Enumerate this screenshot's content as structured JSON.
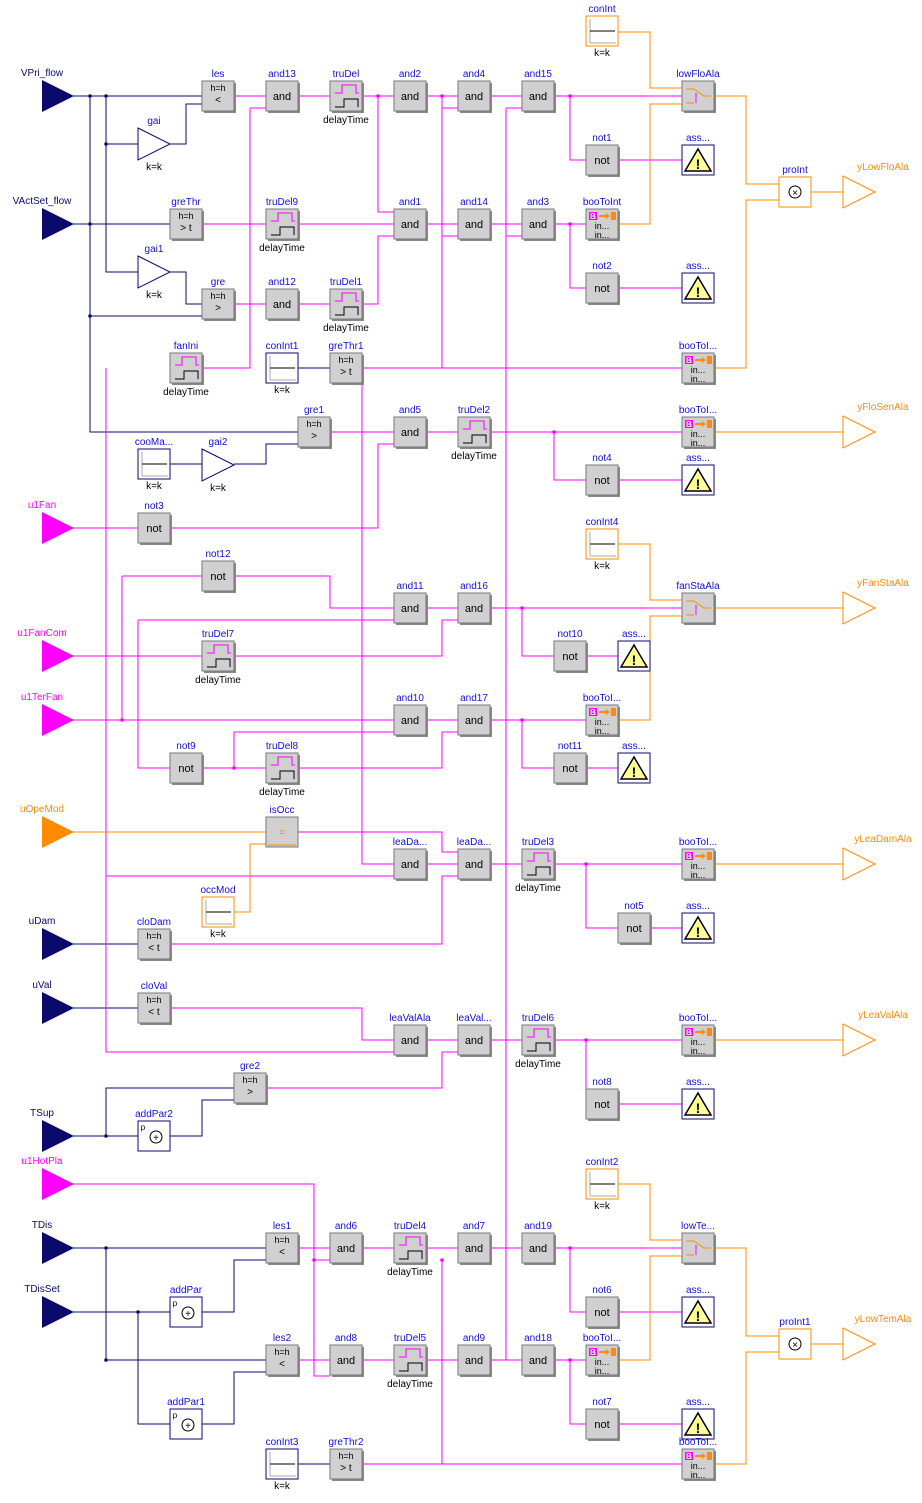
{
  "colors": {
    "navy": "#0b0b6b",
    "magenta": "#ff00ff",
    "orange": "#ff8c00",
    "block_fill": "#d0d0d0",
    "label_blue": "#1111cc",
    "warn_fill": "#ffff99"
  },
  "inputs": [
    {
      "id": "VPri_flow",
      "label": "VPri_flow",
      "kind": "real"
    },
    {
      "id": "VActSet_flow",
      "label": "VActSet_flow",
      "kind": "real"
    },
    {
      "id": "u1Fan",
      "label": "u1Fan",
      "kind": "bool"
    },
    {
      "id": "u1FanCom",
      "label": "u1FanCom",
      "kind": "bool"
    },
    {
      "id": "u1TerFan",
      "label": "u1TerFan",
      "kind": "bool"
    },
    {
      "id": "uOpeMod",
      "label": "uOpeMod",
      "kind": "int"
    },
    {
      "id": "uDam",
      "label": "uDam",
      "kind": "real"
    },
    {
      "id": "uVal",
      "label": "uVal",
      "kind": "real"
    },
    {
      "id": "TSup",
      "label": "TSup",
      "kind": "real"
    },
    {
      "id": "u1HotPla",
      "label": "u1HotPla",
      "kind": "bool"
    },
    {
      "id": "TDis",
      "label": "TDis",
      "kind": "real"
    },
    {
      "id": "TDisSet",
      "label": "TDisSet",
      "kind": "real"
    }
  ],
  "outputs": [
    {
      "id": "yLowFloAla",
      "label": "yLowFloAla"
    },
    {
      "id": "yFloSenAla",
      "label": "yFloSenAla"
    },
    {
      "id": "yFanStaAla",
      "label": "yFanStaAla"
    },
    {
      "id": "yLeaDamAla",
      "label": "yLeaDamAla"
    },
    {
      "id": "yLeaValAla",
      "label": "yLeaValAla"
    },
    {
      "id": "yLowTemAla",
      "label": "yLowTemAla"
    }
  ],
  "blocks": [
    {
      "id": "les",
      "name": "les",
      "type": "cmp",
      "text": "<",
      "param": "h=h"
    },
    {
      "id": "and13",
      "name": "and13",
      "type": "and",
      "text": "and"
    },
    {
      "id": "truDel",
      "name": "truDel",
      "type": "truDel",
      "sub": "delayTime"
    },
    {
      "id": "and2",
      "name": "and2",
      "type": "and",
      "text": "and"
    },
    {
      "id": "and4",
      "name": "and4",
      "type": "and",
      "text": "and"
    },
    {
      "id": "and15",
      "name": "and15",
      "type": "and",
      "text": "and"
    },
    {
      "id": "lowFloAla",
      "name": "lowFloAla",
      "type": "switch"
    },
    {
      "id": "conInt",
      "name": "conInt",
      "type": "conInt",
      "sub": "k=k"
    },
    {
      "id": "not1",
      "name": "not1",
      "type": "not",
      "text": "not"
    },
    {
      "id": "ass1",
      "name": "ass...",
      "type": "assert"
    },
    {
      "id": "gai",
      "name": "gai",
      "type": "gain",
      "sub": "k=k"
    },
    {
      "id": "proInt",
      "name": "proInt",
      "type": "prod"
    },
    {
      "id": "greThr",
      "name": "greThr",
      "type": "cmp",
      "text": "> t",
      "param": "h=h"
    },
    {
      "id": "truDel9",
      "name": "truDel9",
      "type": "truDel",
      "sub": "delayTime"
    },
    {
      "id": "and1",
      "name": "and1",
      "type": "and",
      "text": "and"
    },
    {
      "id": "and14",
      "name": "and14",
      "type": "and",
      "text": "and"
    },
    {
      "id": "and3",
      "name": "and3",
      "type": "and",
      "text": "and"
    },
    {
      "id": "booToInt",
      "name": "booToInt",
      "type": "booToInt",
      "text": "in..."
    },
    {
      "id": "not2",
      "name": "not2",
      "type": "not",
      "text": "not"
    },
    {
      "id": "ass2",
      "name": "ass...",
      "type": "assert"
    },
    {
      "id": "gai1",
      "name": "gai1",
      "type": "gain",
      "sub": "k=k"
    },
    {
      "id": "gre",
      "name": "gre",
      "type": "cmp",
      "text": ">",
      "param": "h=h"
    },
    {
      "id": "and12",
      "name": "and12",
      "type": "and",
      "text": "and"
    },
    {
      "id": "truDel1",
      "name": "truDel1",
      "type": "truDel",
      "sub": "delayTime"
    },
    {
      "id": "fanIni",
      "name": "fanIni",
      "type": "truDel",
      "sub": "delayTime"
    },
    {
      "id": "conInt1",
      "name": "conInt1",
      "type": "conIntNavy",
      "sub": "k=k"
    },
    {
      "id": "greThr1",
      "name": "greThr1",
      "type": "cmp",
      "text": "> t",
      "param": "h=h"
    },
    {
      "id": "booToI1",
      "name": "booToI...",
      "type": "booToInt",
      "text": "in..."
    },
    {
      "id": "gre1",
      "name": "gre1",
      "type": "cmp",
      "text": ">",
      "param": "h=h"
    },
    {
      "id": "and5",
      "name": "and5",
      "type": "and",
      "text": "and"
    },
    {
      "id": "truDel2",
      "name": "truDel2",
      "type": "truDel",
      "sub": "delayTime"
    },
    {
      "id": "booToI2",
      "name": "booToI...",
      "type": "booToInt",
      "text": "in..."
    },
    {
      "id": "cooMa",
      "name": "cooMa...",
      "type": "conIntNavy",
      "sub": "k=k"
    },
    {
      "id": "gai2",
      "name": "gai2",
      "type": "gain",
      "sub": "k=k"
    },
    {
      "id": "not4",
      "name": "not4",
      "type": "not",
      "text": "not"
    },
    {
      "id": "ass4",
      "name": "ass...",
      "type": "assert"
    },
    {
      "id": "not3",
      "name": "not3",
      "type": "not",
      "text": "not"
    },
    {
      "id": "conInt4",
      "name": "conInt4",
      "type": "conInt",
      "sub": "k=k"
    },
    {
      "id": "not12",
      "name": "not12",
      "type": "not",
      "text": "not"
    },
    {
      "id": "and11",
      "name": "and11",
      "type": "and",
      "text": "and"
    },
    {
      "id": "and16",
      "name": "and16",
      "type": "and",
      "text": "and"
    },
    {
      "id": "fanStaAla",
      "name": "fanStaAla",
      "type": "switch"
    },
    {
      "id": "truDel7",
      "name": "truDel7",
      "type": "truDel",
      "sub": "delayTime"
    },
    {
      "id": "not10",
      "name": "not10",
      "type": "not",
      "text": "not"
    },
    {
      "id": "ass10",
      "name": "ass...",
      "type": "assert"
    },
    {
      "id": "and10",
      "name": "and10",
      "type": "and",
      "text": "and"
    },
    {
      "id": "and17",
      "name": "and17",
      "type": "and",
      "text": "and"
    },
    {
      "id": "booToI3",
      "name": "booToI...",
      "type": "booToInt",
      "text": "in..."
    },
    {
      "id": "not9",
      "name": "not9",
      "type": "not",
      "text": "not"
    },
    {
      "id": "truDel8",
      "name": "truDel8",
      "type": "truDel",
      "sub": "delayTime"
    },
    {
      "id": "not11",
      "name": "not11",
      "type": "not",
      "text": "not"
    },
    {
      "id": "ass11",
      "name": "ass...",
      "type": "assert"
    },
    {
      "id": "isOcc",
      "name": "isOcc",
      "type": "intEq",
      "text": "="
    },
    {
      "id": "leaDa1",
      "name": "leaDa...",
      "type": "and",
      "text": "and"
    },
    {
      "id": "leaDa2",
      "name": "leaDa...",
      "type": "and",
      "text": "and"
    },
    {
      "id": "truDel3",
      "name": "truDel3",
      "type": "truDel",
      "sub": "delayTime"
    },
    {
      "id": "booToI4",
      "name": "booToI...",
      "type": "booToInt",
      "text": "in..."
    },
    {
      "id": "occMod",
      "name": "occMod",
      "type": "conInt",
      "sub": "k=k"
    },
    {
      "id": "cloDam",
      "name": "cloDam",
      "type": "cmp",
      "text": "< t",
      "param": "h=h"
    },
    {
      "id": "not5",
      "name": "not5",
      "type": "not",
      "text": "not"
    },
    {
      "id": "ass5",
      "name": "ass...",
      "type": "assert"
    },
    {
      "id": "cloVal",
      "name": "cloVal",
      "type": "cmp",
      "text": "< t",
      "param": "h=h"
    },
    {
      "id": "leaValAla",
      "name": "leaValAla",
      "type": "and",
      "text": "and"
    },
    {
      "id": "leaVal",
      "name": "leaVal...",
      "type": "and",
      "text": "and"
    },
    {
      "id": "truDel6",
      "name": "truDel6",
      "type": "truDel",
      "sub": "delayTime"
    },
    {
      "id": "booToI5",
      "name": "booToI...",
      "type": "booToInt",
      "text": "in..."
    },
    {
      "id": "gre2",
      "name": "gre2",
      "type": "cmp",
      "text": ">",
      "param": "h=h"
    },
    {
      "id": "not8",
      "name": "not8",
      "type": "not",
      "text": "not"
    },
    {
      "id": "ass8",
      "name": "ass...",
      "type": "assert"
    },
    {
      "id": "addPar2",
      "name": "addPar2",
      "type": "addPar"
    },
    {
      "id": "conInt2",
      "name": "conInt2",
      "type": "conInt",
      "sub": "k=k"
    },
    {
      "id": "les1",
      "name": "les1",
      "type": "cmp",
      "text": "<",
      "param": "h=h"
    },
    {
      "id": "and6",
      "name": "and6",
      "type": "and",
      "text": "and"
    },
    {
      "id": "truDel4",
      "name": "truDel4",
      "type": "truDel",
      "sub": "delayTime"
    },
    {
      "id": "and7",
      "name": "and7",
      "type": "and",
      "text": "and"
    },
    {
      "id": "and19",
      "name": "and19",
      "type": "and",
      "text": "and"
    },
    {
      "id": "lowTe",
      "name": "lowTe...",
      "type": "switch"
    },
    {
      "id": "not6",
      "name": "not6",
      "type": "not",
      "text": "not"
    },
    {
      "id": "ass6",
      "name": "ass...",
      "type": "assert"
    },
    {
      "id": "addPar",
      "name": "addPar",
      "type": "addPar"
    },
    {
      "id": "proInt1",
      "name": "proInt1",
      "type": "prod"
    },
    {
      "id": "les2",
      "name": "les2",
      "type": "cmp",
      "text": "<",
      "param": "h=h"
    },
    {
      "id": "and8",
      "name": "and8",
      "type": "and",
      "text": "and"
    },
    {
      "id": "truDel5",
      "name": "truDel5",
      "type": "truDel",
      "sub": "delayTime"
    },
    {
      "id": "and9",
      "name": "and9",
      "type": "and",
      "text": "and"
    },
    {
      "id": "and18",
      "name": "and18",
      "type": "and",
      "text": "and"
    },
    {
      "id": "booToI6",
      "name": "booToI...",
      "type": "booToInt",
      "text": "in..."
    },
    {
      "id": "addPar1",
      "name": "addPar1",
      "type": "addPar"
    },
    {
      "id": "not7",
      "name": "not7",
      "type": "not",
      "text": "not"
    },
    {
      "id": "ass7",
      "name": "ass...",
      "type": "assert"
    },
    {
      "id": "conInt3",
      "name": "conInt3",
      "type": "conIntNavy",
      "sub": "k=k"
    },
    {
      "id": "greThr2",
      "name": "greThr2",
      "type": "cmp",
      "text": "> t",
      "param": "h=h"
    },
    {
      "id": "booToI7",
      "name": "booToI...",
      "type": "booToInt",
      "text": "in..."
    }
  ]
}
